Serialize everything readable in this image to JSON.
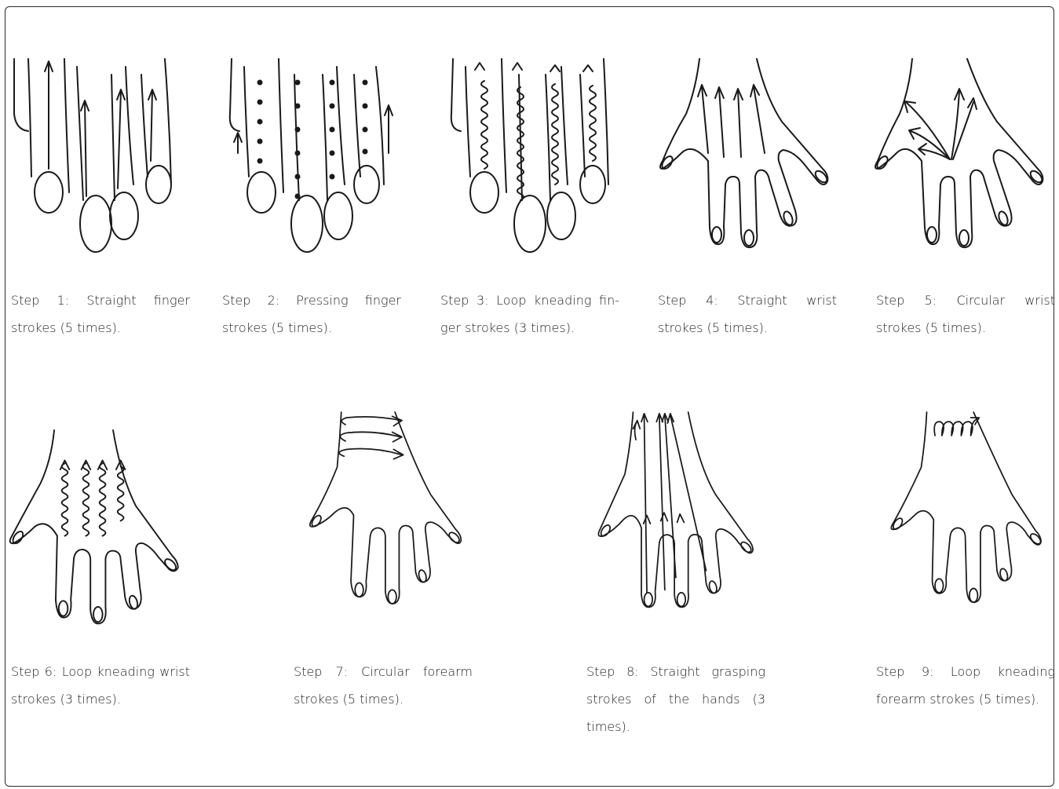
{
  "steps": [
    {
      "caption": "Step 1: Straight finger strokes (5 times).",
      "figure": "straight-finger-strokes"
    },
    {
      "caption": "Step 2: Pressing finger strokes (5 times).",
      "figure": "pressing-finger-strokes"
    },
    {
      "caption": "Step 3: Loop kneading fin-ger strokes (3 times).",
      "figure": "loop-kneading-finger-strokes"
    },
    {
      "caption": "Step 4: Straight wrist strokes (5 times).",
      "figure": "straight-wrist-strokes"
    },
    {
      "caption": "Step 5: Circular wrist strokes (5 times).",
      "figure": "circular-wrist-strokes"
    },
    {
      "caption": "Step 6: Loop kneading wrist strokes (3 times).",
      "figure": "loop-kneading-wrist-strokes"
    },
    {
      "caption": "Step 7: Circular forearm strokes (5 times).",
      "figure": "circular-forearm-strokes"
    },
    {
      "caption": "Step 8: Straight grasping strokes of the hands (3 times).",
      "figure": "straight-grasping-strokes"
    },
    {
      "caption": "Step 9: Loop kneading forearm strokes (5 times).",
      "figure": "loop-kneading-forearm-strokes"
    }
  ]
}
